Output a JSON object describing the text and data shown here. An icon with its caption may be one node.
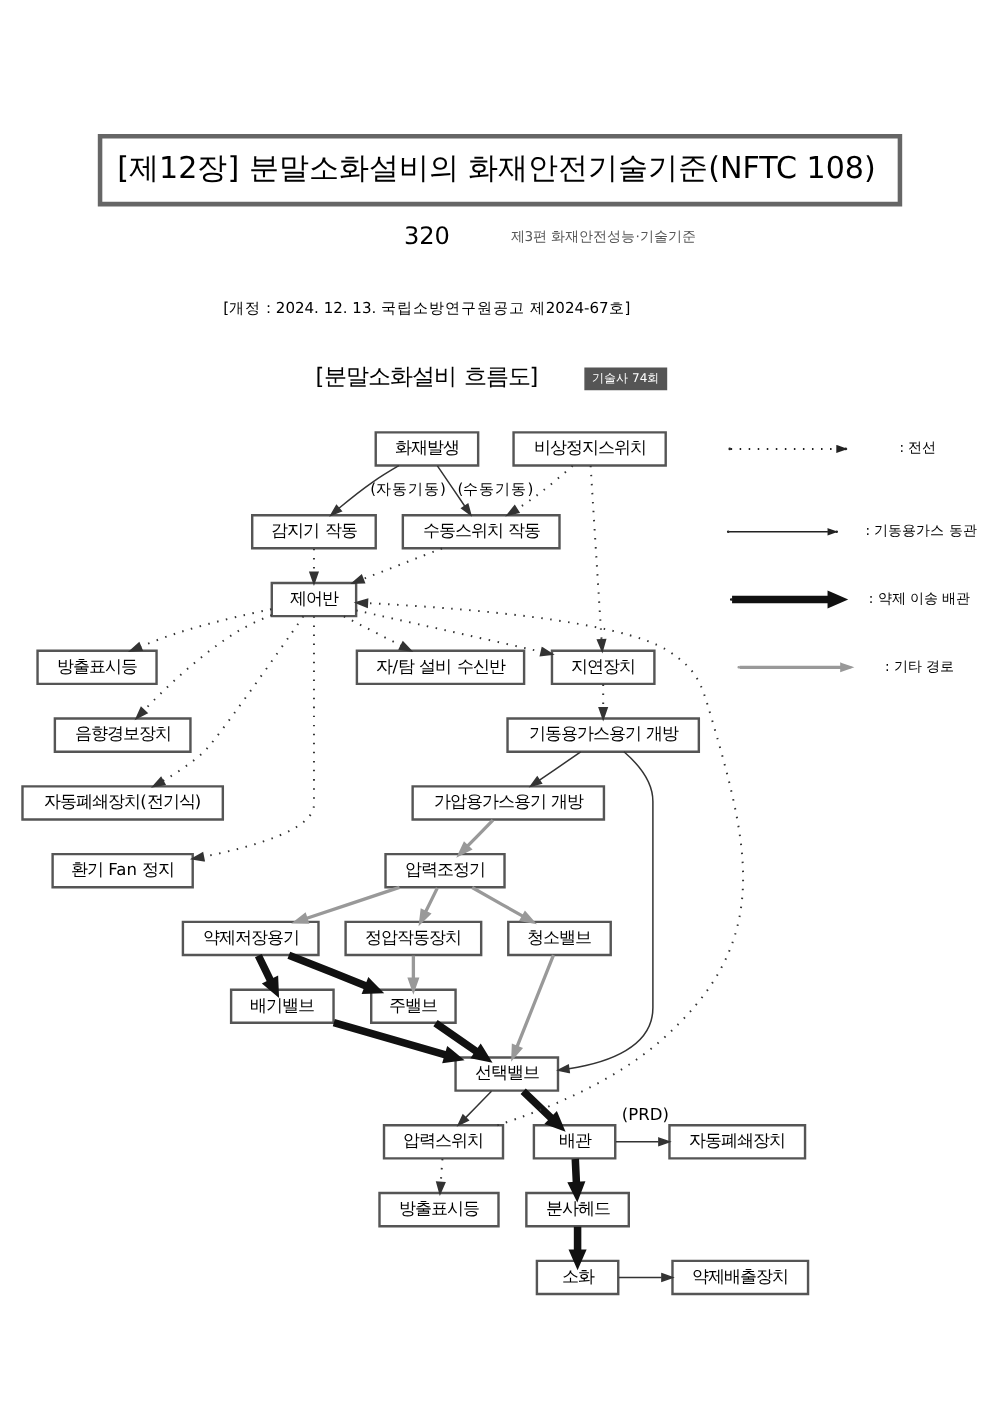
{
  "diagram": {
    "title": "[제12장] 분말소화설비의 화재안전기술기준(NFTC 108)",
    "nodes": [
      {
        "text": [
          "화재발생"
        ]
      },
      {
        "text": [
          "감지기 작동"
        ]
      },
      {
        "text": [
          "수동스위치 작동"
        ]
      },
      {
        "text": [
          "비상정지스위치"
        ]
      },
      {
        "text": [
          "방출표시등"
        ]
      },
      {
        "text": [
          "음향경보장치"
        ]
      },
      {
        "text": [
          "자동폐쇄장치(전기식)"
        ]
      },
      {
        "text": [
          "환기 Fan 정지"
        ]
      },
      {
        "text": [
          "제어반"
        ]
      },
      {
        "text": [
          "자/탐 설비 수신반"
        ]
      },
      {
        "text": [
          "지연장치"
        ]
      },
      {
        "text": [
          "기동용가스용기 개방"
        ]
      },
      {
        "text": [
          "가압용가스용기 개방"
        ]
      },
      {
        "text": [
          "압력조정기"
        ]
      },
      {
        "text": [
          "약제저장용기"
        ]
      },
      {
        "text": [
          "정압작동장치"
        ]
      },
      {
        "text": [
          "청소밸브"
        ]
      },
      {
        "text": [
          "배기밸브"
        ]
      },
      {
        "text": [
          "주밸브"
        ]
      },
      {
        "text": [
          "선택밸브"
        ]
      },
      {
        "text": [
          "압력스위치"
        ]
      },
      {
        "text": [
          "자동폐쇄장치"
        ],
        "beside": [
          "(PRD)"
        ]
      },
      {
        "text": [
          "배관"
        ]
      },
      {
        "text": [
          "방출표시등"
        ]
      },
      {
        "text": [
          "분사헤드"
        ]
      },
      {
        "text": [
          "소화"
        ]
      },
      {
        "text": [
          "약제배출장치"
        ]
      }
    ],
    "edges": [
      {
        "from": 0,
        "to": 1,
        "arrow": "to",
        "label": "(자동기동)"
      },
      {
        "from": 0,
        "to": 2,
        "arrow": "to",
        "label": "(수동기동)"
      },
      {
        "from": 3,
        "to": 2,
        "arrow": "to",
        "style": "dashed"
      },
      {
        "from": 1,
        "to": 8,
        "arrow": "to",
        "style": "dashed"
      },
      {
        "from": 2,
        "to": 8,
        "arrow": "to",
        "style": "dashed"
      },
      {
        "from": 8,
        "to": 4,
        "arrow": "to",
        "style": "dashed"
      },
      {
        "from": 8,
        "to": 5,
        "arrow": "to",
        "style": "dashed"
      },
      {
        "from": 8,
        "to": 6,
        "arrow": "to",
        "style": "dashed"
      },
      {
        "from": 8,
        "to": 7,
        "arrow": "to",
        "style": "dashed"
      },
      {
        "from": 8,
        "to": 9,
        "arrow": "to",
        "style": "dashed"
      },
      {
        "from": 8,
        "to": 10,
        "arrow": "to",
        "style": "dashed"
      },
      {
        "from": 3,
        "to": 10,
        "arrow": "to",
        "style": "dashed"
      },
      {
        "from": 20,
        "to": 8,
        "arrow": "to",
        "style": "dashed"
      },
      {
        "from": 10,
        "to": 11,
        "arrow": "to",
        "style": "dashed"
      },
      {
        "from": 11,
        "to": 12,
        "arrow": "to"
      },
      {
        "from": 11,
        "to": 19,
        "arrow": "to"
      },
      {
        "from": 12,
        "to": 13,
        "arrow": "to",
        "color": "#999999"
      },
      {
        "from": 13,
        "to": 14,
        "arrow": "to",
        "color": "#999999"
      },
      {
        "from": 13,
        "to": 15,
        "arrow": "to",
        "color": "#999999"
      },
      {
        "from": 13,
        "to": 16,
        "arrow": "to",
        "color": "#999999"
      },
      {
        "from": 14,
        "to": 17,
        "arrow": "to",
        "style": "thick"
      },
      {
        "from": 17,
        "to": 19,
        "arrow": "to",
        "style": "thick"
      },
      {
        "from": 14,
        "to": 18,
        "arrow": "to",
        "style": "thick"
      },
      {
        "from": 15,
        "to": 18,
        "arrow": "to",
        "color": "#999999"
      },
      {
        "from": 18,
        "to": 19,
        "arrow": "to",
        "style": "thick"
      },
      {
        "from": 16,
        "to": 19,
        "arrow": "to",
        "color": "#999999"
      },
      {
        "from": 19,
        "to": 22,
        "arrow": "to",
        "style": "thick"
      },
      {
        "from": 19,
        "to": 20,
        "arrow": "to"
      },
      {
        "from": 20,
        "to": 23,
        "arrow": "to",
        "style": "dashed"
      },
      {
        "from": 22,
        "to": 21,
        "arrow": "to"
      },
      {
        "from": 22,
        "to": 24,
        "arrow": "to",
        "style": "thick"
      },
      {
        "from": 24,
        "to": 25,
        "arrow": "to",
        "style": "thick"
      },
      {
        "from": 25,
        "to": 26,
        "arrow": "to"
      }
    ],
    "labels": [
      "320",
      "제3편 화재안전성능·기술기준",
      "[개정 : 2024. 12. 13. 국립소방연구원공고 제2024-67호]",
      "[분말소화설비 흐름도]",
      "기술사 74회"
    ],
    "legend": [
      {
        "text": ": 전선"
      },
      {
        "text": ": 기동용가스 동관"
      },
      {
        "text": ": 약제 이송 배관"
      },
      {
        "text": ": 기타 경로"
      }
    ]
  }
}
